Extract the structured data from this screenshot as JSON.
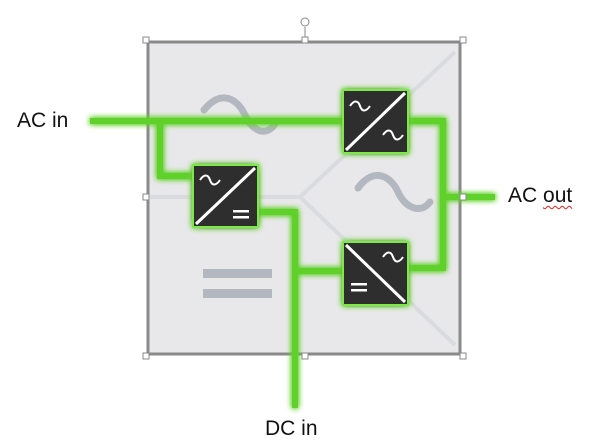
{
  "labels": {
    "ac_in": "AC in",
    "ac_out_prefix": "AC ",
    "ac_out_word": "out",
    "dc_in": "DC in"
  },
  "colors": {
    "wire": "#5ed12a",
    "glow": "#8cff4a",
    "converter": "#2f2f2f",
    "panel": "#e8e8ea",
    "frame": "#8a8a8a",
    "symbol": "#a9b0b8"
  },
  "converters": [
    {
      "name": "ac-ac-converter",
      "type": "AC/AC"
    },
    {
      "name": "ac-dc-converter",
      "type": "AC/DC"
    },
    {
      "name": "dc-ac-converter",
      "type": "DC/AC"
    }
  ]
}
